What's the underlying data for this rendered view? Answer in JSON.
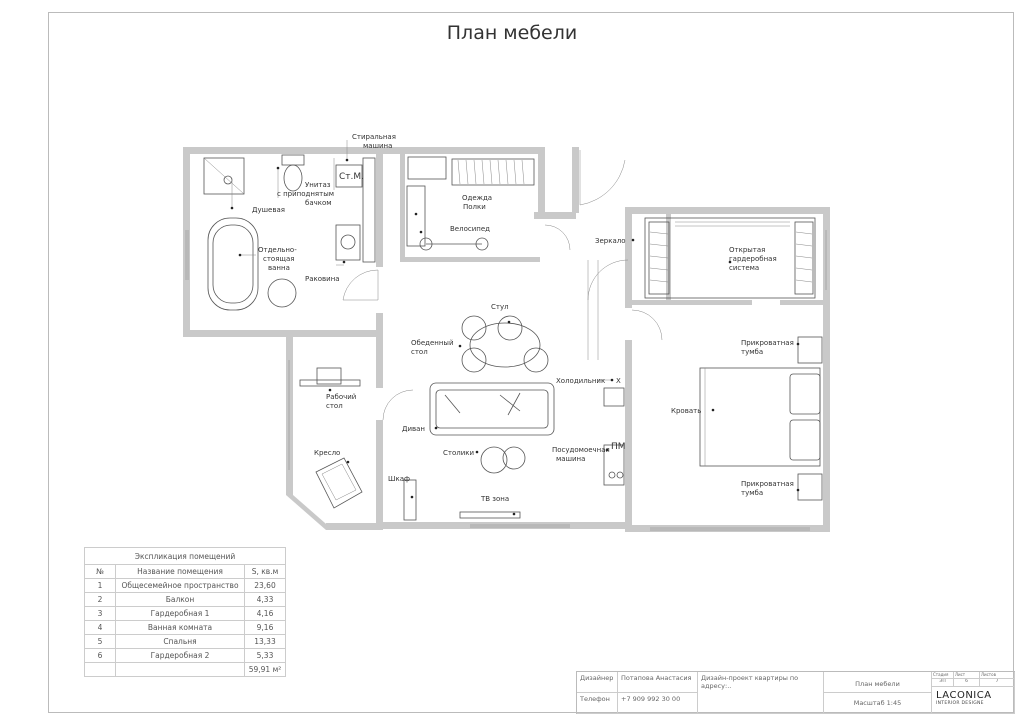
{
  "title": "План мебели",
  "labels": {
    "washing_machine": [
      "Стиральная",
      "машина"
    ],
    "st_m": "Ст.М.",
    "toilet": [
      "Унитаз",
      "с приподнятым",
      "бачком"
    ],
    "shower": "Душевая",
    "bath": [
      "Отдельно-",
      "стоящая",
      "ванна"
    ],
    "sink": "Раковина",
    "clothes": [
      "Одежда",
      "Полки"
    ],
    "bicycle": "Велосипед",
    "mirror": "Зеркало",
    "wardrobe": [
      "Открытая",
      "гардеробная",
      "система"
    ],
    "chair": "Стул",
    "dining_table": [
      "Обеденный",
      "стол"
    ],
    "fridge": "Холодильник",
    "x_mark": "Х",
    "bedside_top": [
      "Прикроватная",
      "тумба"
    ],
    "bed": "Кровать",
    "work_desk": [
      "Рабочий",
      "стол"
    ],
    "sofa": "Диван",
    "armchair": "Кресло",
    "coffee_tables": "Столики",
    "dishwasher": [
      "Посудомоечная",
      "машина"
    ],
    "pm": "ПМ",
    "cabinet": "Шкаф",
    "tv": "ТВ зона",
    "bedside_bottom": [
      "Прикроватная",
      "тумба"
    ]
  },
  "explication": {
    "caption": "Экспликация помещений",
    "headers": [
      "№",
      "Название помещения",
      "S, кв.м"
    ],
    "rows": [
      [
        "1",
        "Общесемейное пространство",
        "23,60"
      ],
      [
        "2",
        "Балкон",
        "4,33"
      ],
      [
        "3",
        "Гардеробная 1",
        "4,16"
      ],
      [
        "4",
        "Ванная комната",
        "9,16"
      ],
      [
        "5",
        "Спальня",
        "13,33"
      ],
      [
        "6",
        "Гардеробная 2",
        "5,33"
      ]
    ],
    "total": "59,91 м²"
  },
  "stamp": {
    "designer_label": "Дизайнер",
    "designer_name": "Потапова Анастасия",
    "phone_label": "Телефон",
    "phone": "+7 909 992 30 00",
    "project": "Дизайн-проект квартиры по адресу:..",
    "sheet_title": "План мебели",
    "scale": "Масштаб 1:45",
    "stage_label": "Стадия",
    "sheet_label": "Лист",
    "sheets_label": "Листов",
    "stage": "ЭП",
    "sheet": "6",
    "sheets": "7",
    "logo": "LACONICA",
    "logo_sub": "INTERIOR DESIGNE"
  }
}
